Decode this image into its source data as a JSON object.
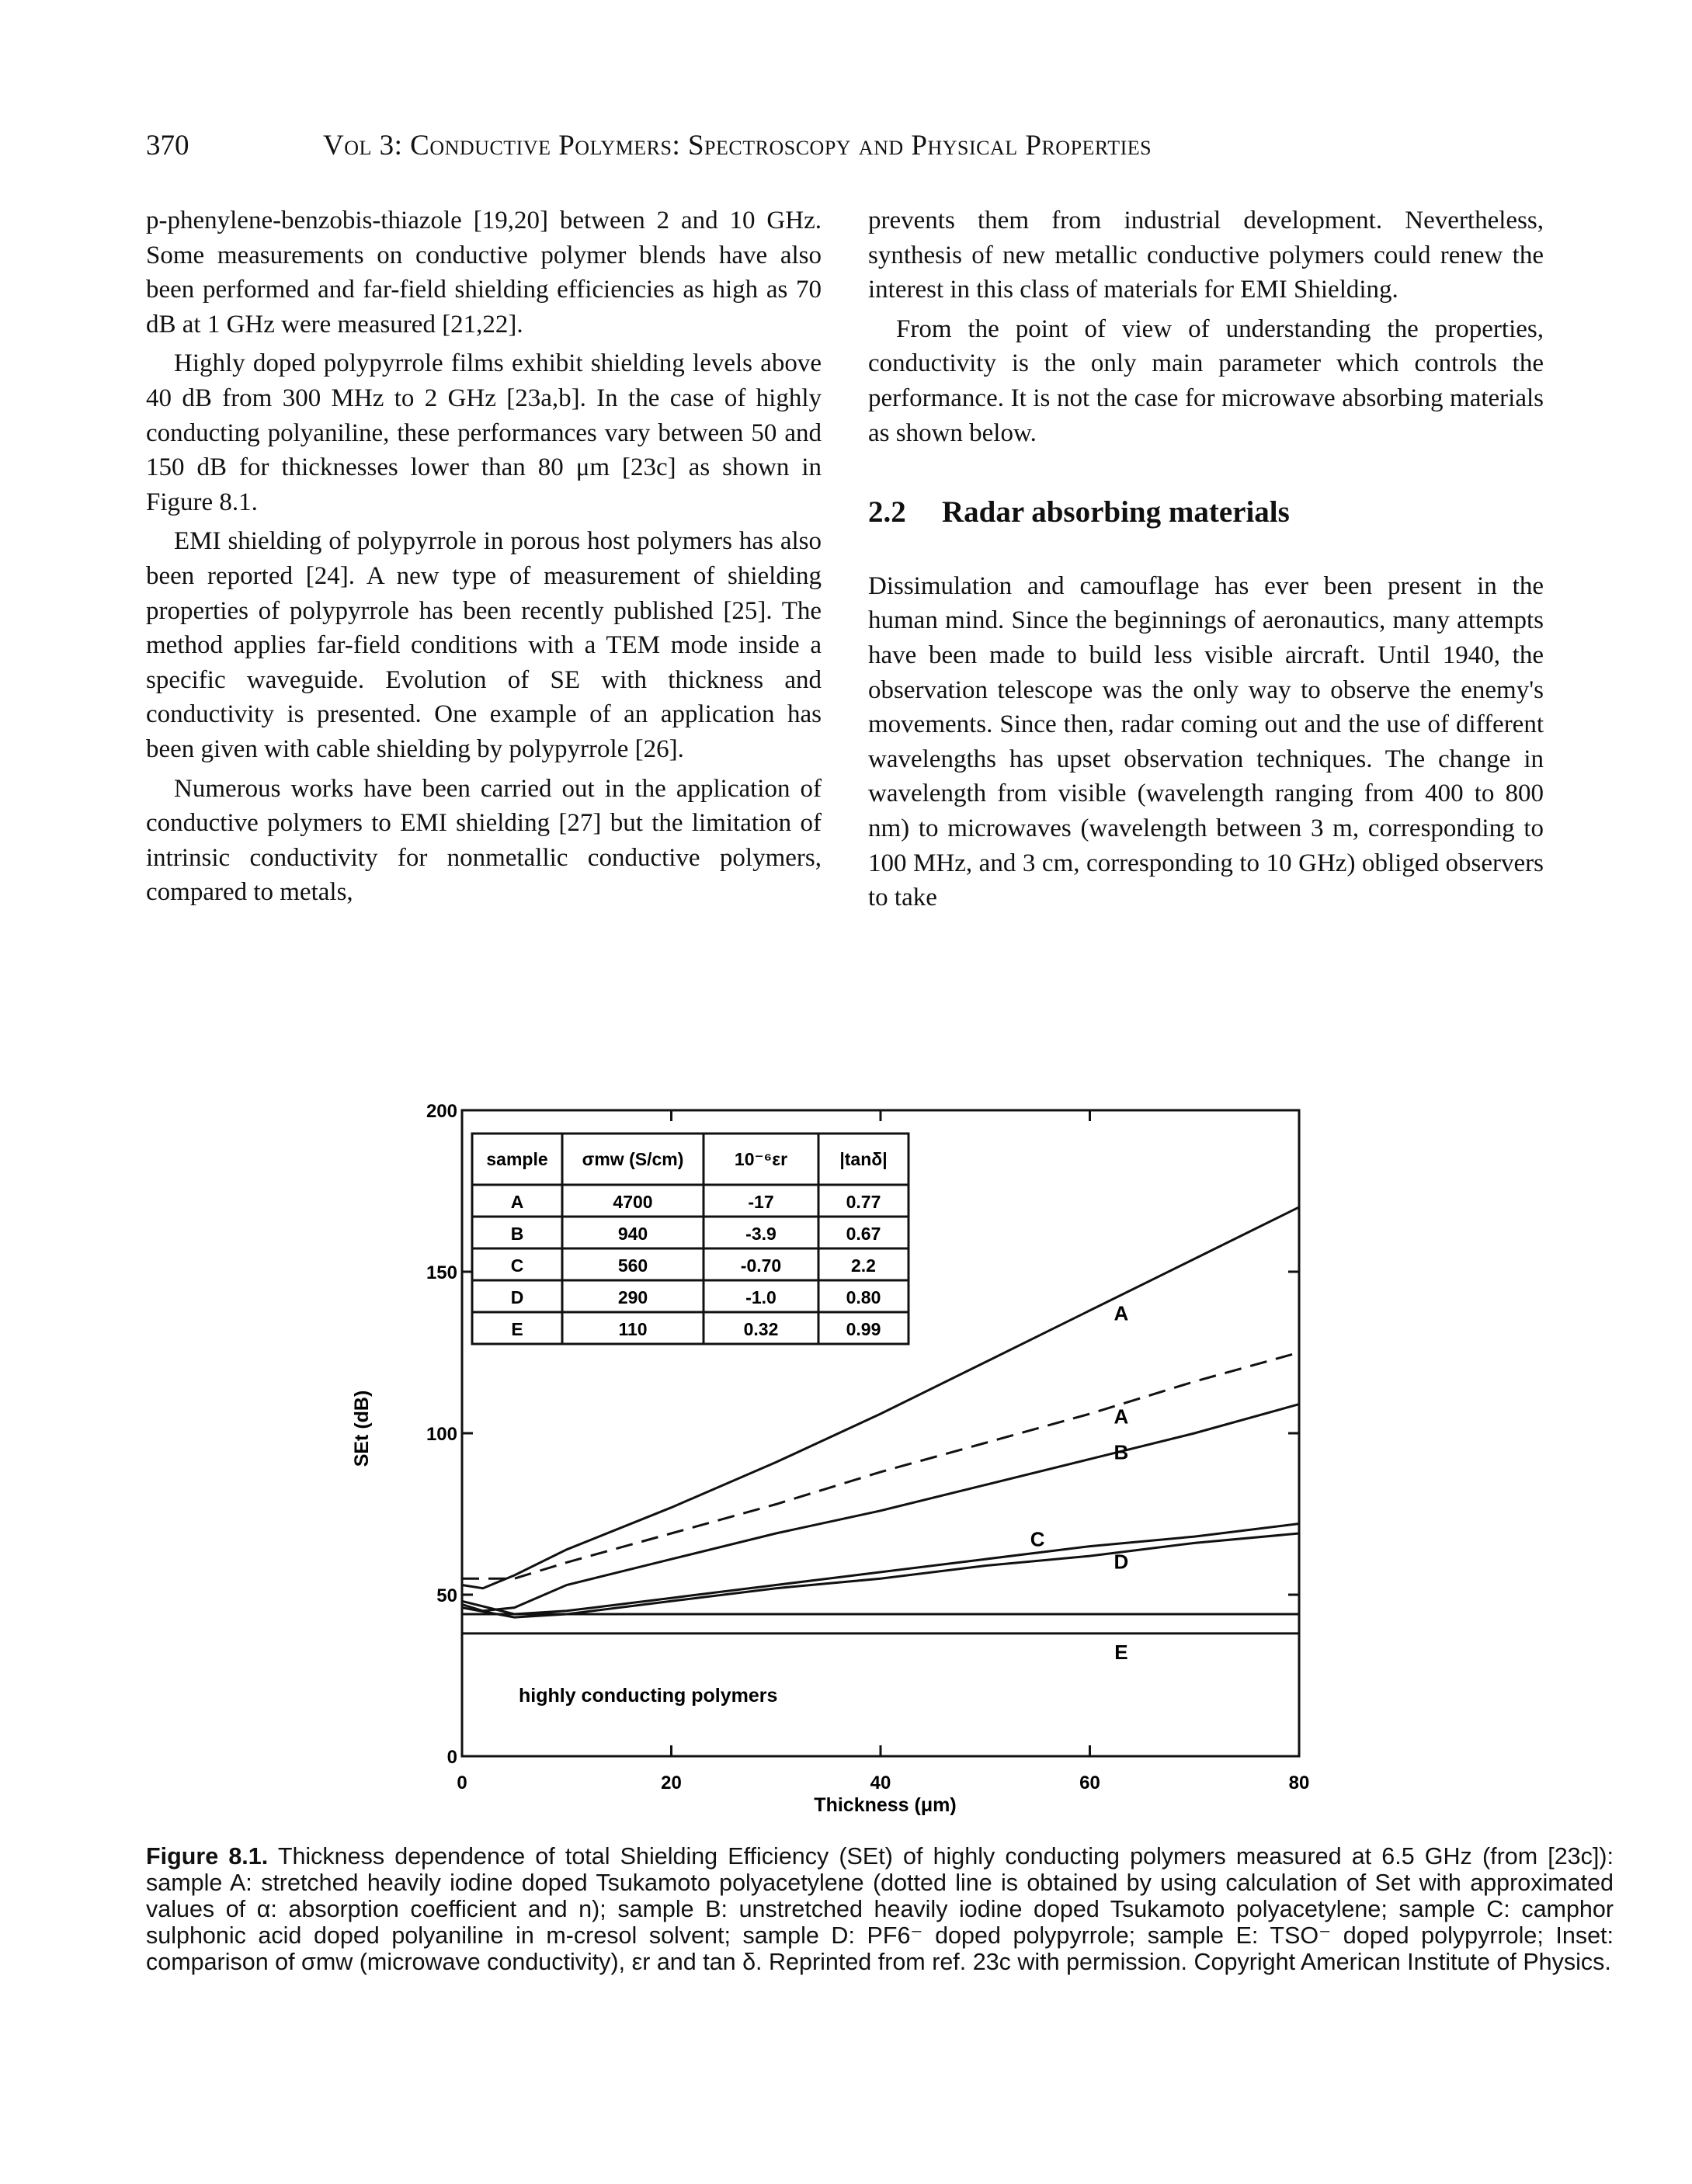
{
  "header": {
    "page_number": "370",
    "running_title": "Vol 3: Conductive Polymers: Spectroscopy and Physical Properties"
  },
  "left_column": {
    "paragraphs": [
      "p-phenylene-benzobis-thiazole [19,20] between 2 and 10 GHz. Some measurements on conductive polymer blends have also been performed and far-field shielding efficiencies as high as 70 dB at 1 GHz were measured [21,22].",
      "Highly doped polypyrrole films exhibit shielding levels above 40 dB from 300 MHz to 2 GHz [23a,b]. In the case of highly conducting polyaniline, these performances vary between 50 and 150 dB for thicknesses lower than 80 μm [23c] as shown in Figure 8.1.",
      "EMI shielding of polypyrrole in porous host polymers has also been reported [24]. A new type of measurement of shielding properties of polypyrrole has been recently published [25]. The method applies far-field conditions with a TEM mode inside a specific waveguide. Evolution of SE with thickness and conductivity is presented. One example of an application has been given with cable shielding by polypyrrole [26].",
      "Numerous works have been carried out in the application of conductive polymers to EMI shielding [27] but the limitation of intrinsic conductivity for nonmetallic conductive polymers, compared to metals,"
    ]
  },
  "right_column": {
    "paragraphs_before": [
      "prevents them from industrial development. Nevertheless, synthesis of new metallic conductive polymers could renew the interest in this class of materials for EMI Shielding.",
      "From the point of view of understanding the properties, conductivity is the only main parameter which controls the performance. It is not the case for microwave absorbing materials as shown below."
    ],
    "section_number": "2.2",
    "section_title": "Radar absorbing materials",
    "paragraphs_after": [
      "Dissimulation and camouflage has ever been present in the human mind. Since the beginnings of aeronautics, many attempts have been made to build less visible aircraft. Until 1940, the observation telescope was the only way to observe the enemy's movements. Since then, radar coming out and the use of different wavelengths has upset observation techniques. The change in wavelength from visible (wavelength ranging from 400 to 800 nm) to microwaves (wavelength between 3 m, corresponding to 100 MHz, and 3 cm, corresponding to 10 GHz) obliged observers to take"
    ]
  },
  "figure": {
    "inset_table": {
      "headers": [
        "sample",
        "σmw (S/cm)",
        "10⁻⁶εr",
        "|tanδ|"
      ],
      "rows": [
        [
          "A",
          "4700",
          "-17",
          "0.77"
        ],
        [
          "B",
          "940",
          "-3.9",
          "0.67"
        ],
        [
          "C",
          "560",
          "-0.70",
          "2.2"
        ],
        [
          "D",
          "290",
          "-1.0",
          "0.80"
        ],
        [
          "E",
          "110",
          "0.32",
          "0.99"
        ]
      ]
    },
    "inset_text": "highly conducting polymers"
  },
  "chart_data": {
    "type": "line",
    "xlabel": "Thickness (μm)",
    "ylabel": "SEt (dB)",
    "xlim": [
      0,
      80
    ],
    "ylim": [
      0,
      200
    ],
    "xticks": [
      0,
      20,
      40,
      60,
      80
    ],
    "yticks": [
      0,
      50,
      100,
      150,
      200
    ],
    "grid": false,
    "series": [
      {
        "name": "A",
        "style": "solid",
        "x": [
          0,
          2,
          5,
          10,
          20,
          30,
          40,
          50,
          60,
          70,
          80
        ],
        "y": [
          53,
          52,
          56,
          64,
          77,
          91,
          106,
          122,
          138,
          154,
          170
        ]
      },
      {
        "name": "A",
        "style": "dashed",
        "x": [
          0,
          5,
          10,
          20,
          30,
          40,
          50,
          60,
          70,
          80
        ],
        "y": [
          55,
          55,
          60,
          69,
          78,
          88,
          97,
          106,
          116,
          125
        ]
      },
      {
        "name": "B",
        "style": "solid",
        "x": [
          0,
          2,
          5,
          10,
          20,
          30,
          40,
          50,
          60,
          70,
          80
        ],
        "y": [
          47,
          45,
          46,
          53,
          61,
          69,
          76,
          84,
          92,
          100,
          109
        ]
      },
      {
        "name": "C",
        "style": "solid",
        "x": [
          0,
          5,
          10,
          20,
          30,
          40,
          50,
          60,
          70,
          80
        ],
        "y": [
          48,
          44,
          45,
          49,
          53,
          57,
          61,
          65,
          68,
          72
        ]
      },
      {
        "name": "D",
        "style": "solid",
        "x": [
          0,
          5,
          10,
          20,
          30,
          40,
          50,
          60,
          70,
          80
        ],
        "y": [
          46,
          43,
          44,
          48,
          52,
          55,
          59,
          62,
          66,
          69
        ]
      },
      {
        "name": "E",
        "style": "solid",
        "x": [
          0,
          10,
          20,
          40,
          60,
          80
        ],
        "y": [
          44,
          44,
          44,
          44,
          44,
          44
        ]
      },
      {
        "name": "",
        "style": "solid",
        "x": [
          0,
          80
        ],
        "y": [
          38,
          38
        ]
      }
    ],
    "curve_labels": [
      {
        "text": "A",
        "x": 63,
        "y": 135
      },
      {
        "text": "A",
        "x": 63,
        "y": 103
      },
      {
        "text": "B",
        "x": 63,
        "y": 92
      },
      {
        "text": "C",
        "x": 55,
        "y": 65
      },
      {
        "text": "D",
        "x": 63,
        "y": 58
      },
      {
        "text": "E",
        "x": 63,
        "y": 30
      }
    ]
  },
  "caption": {
    "lead": "Figure 8.1.",
    "text": "Thickness dependence of total Shielding Efficiency (SEt) of highly conducting polymers measured at 6.5 GHz (from [23c]): sample A: stretched heavily iodine doped Tsukamoto polyacetylene (dotted line is obtained by using calculation of Set with approximated values of α: absorption coefficient and n); sample B: unstretched heavily iodine doped Tsukamoto polyacetylene; sample C: camphor sulphonic acid doped polyaniline in m-cresol solvent; sample D: PF6⁻ doped polypyrrole; sample E: TSO⁻ doped polypyrrole; Inset: comparison of σmw (microwave conductivity), εr and tan δ. Reprinted from ref. 23c with permission. Copyright American Institute of Physics."
  }
}
